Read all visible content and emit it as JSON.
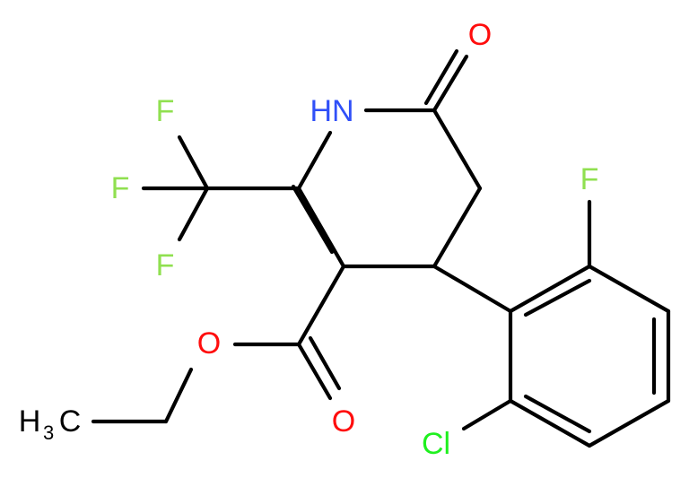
{
  "atoms": {
    "hn": "HN",
    "o_ketone": "O",
    "f1": "F",
    "f2": "F",
    "f3": "F",
    "f_aryl": "F",
    "o_ester": "O",
    "o_carbonyl": "O",
    "h3c_main": "H",
    "h3c_sub": "3",
    "h3c_c": "C",
    "cl": "Cl"
  },
  "colors": {
    "bond": "#000000",
    "nitrogen": "#3050F8",
    "oxygen": "#FF0D0D",
    "fluorine": "#90E050",
    "chlorine": "#1FF01F",
    "carbon": "#000000"
  }
}
